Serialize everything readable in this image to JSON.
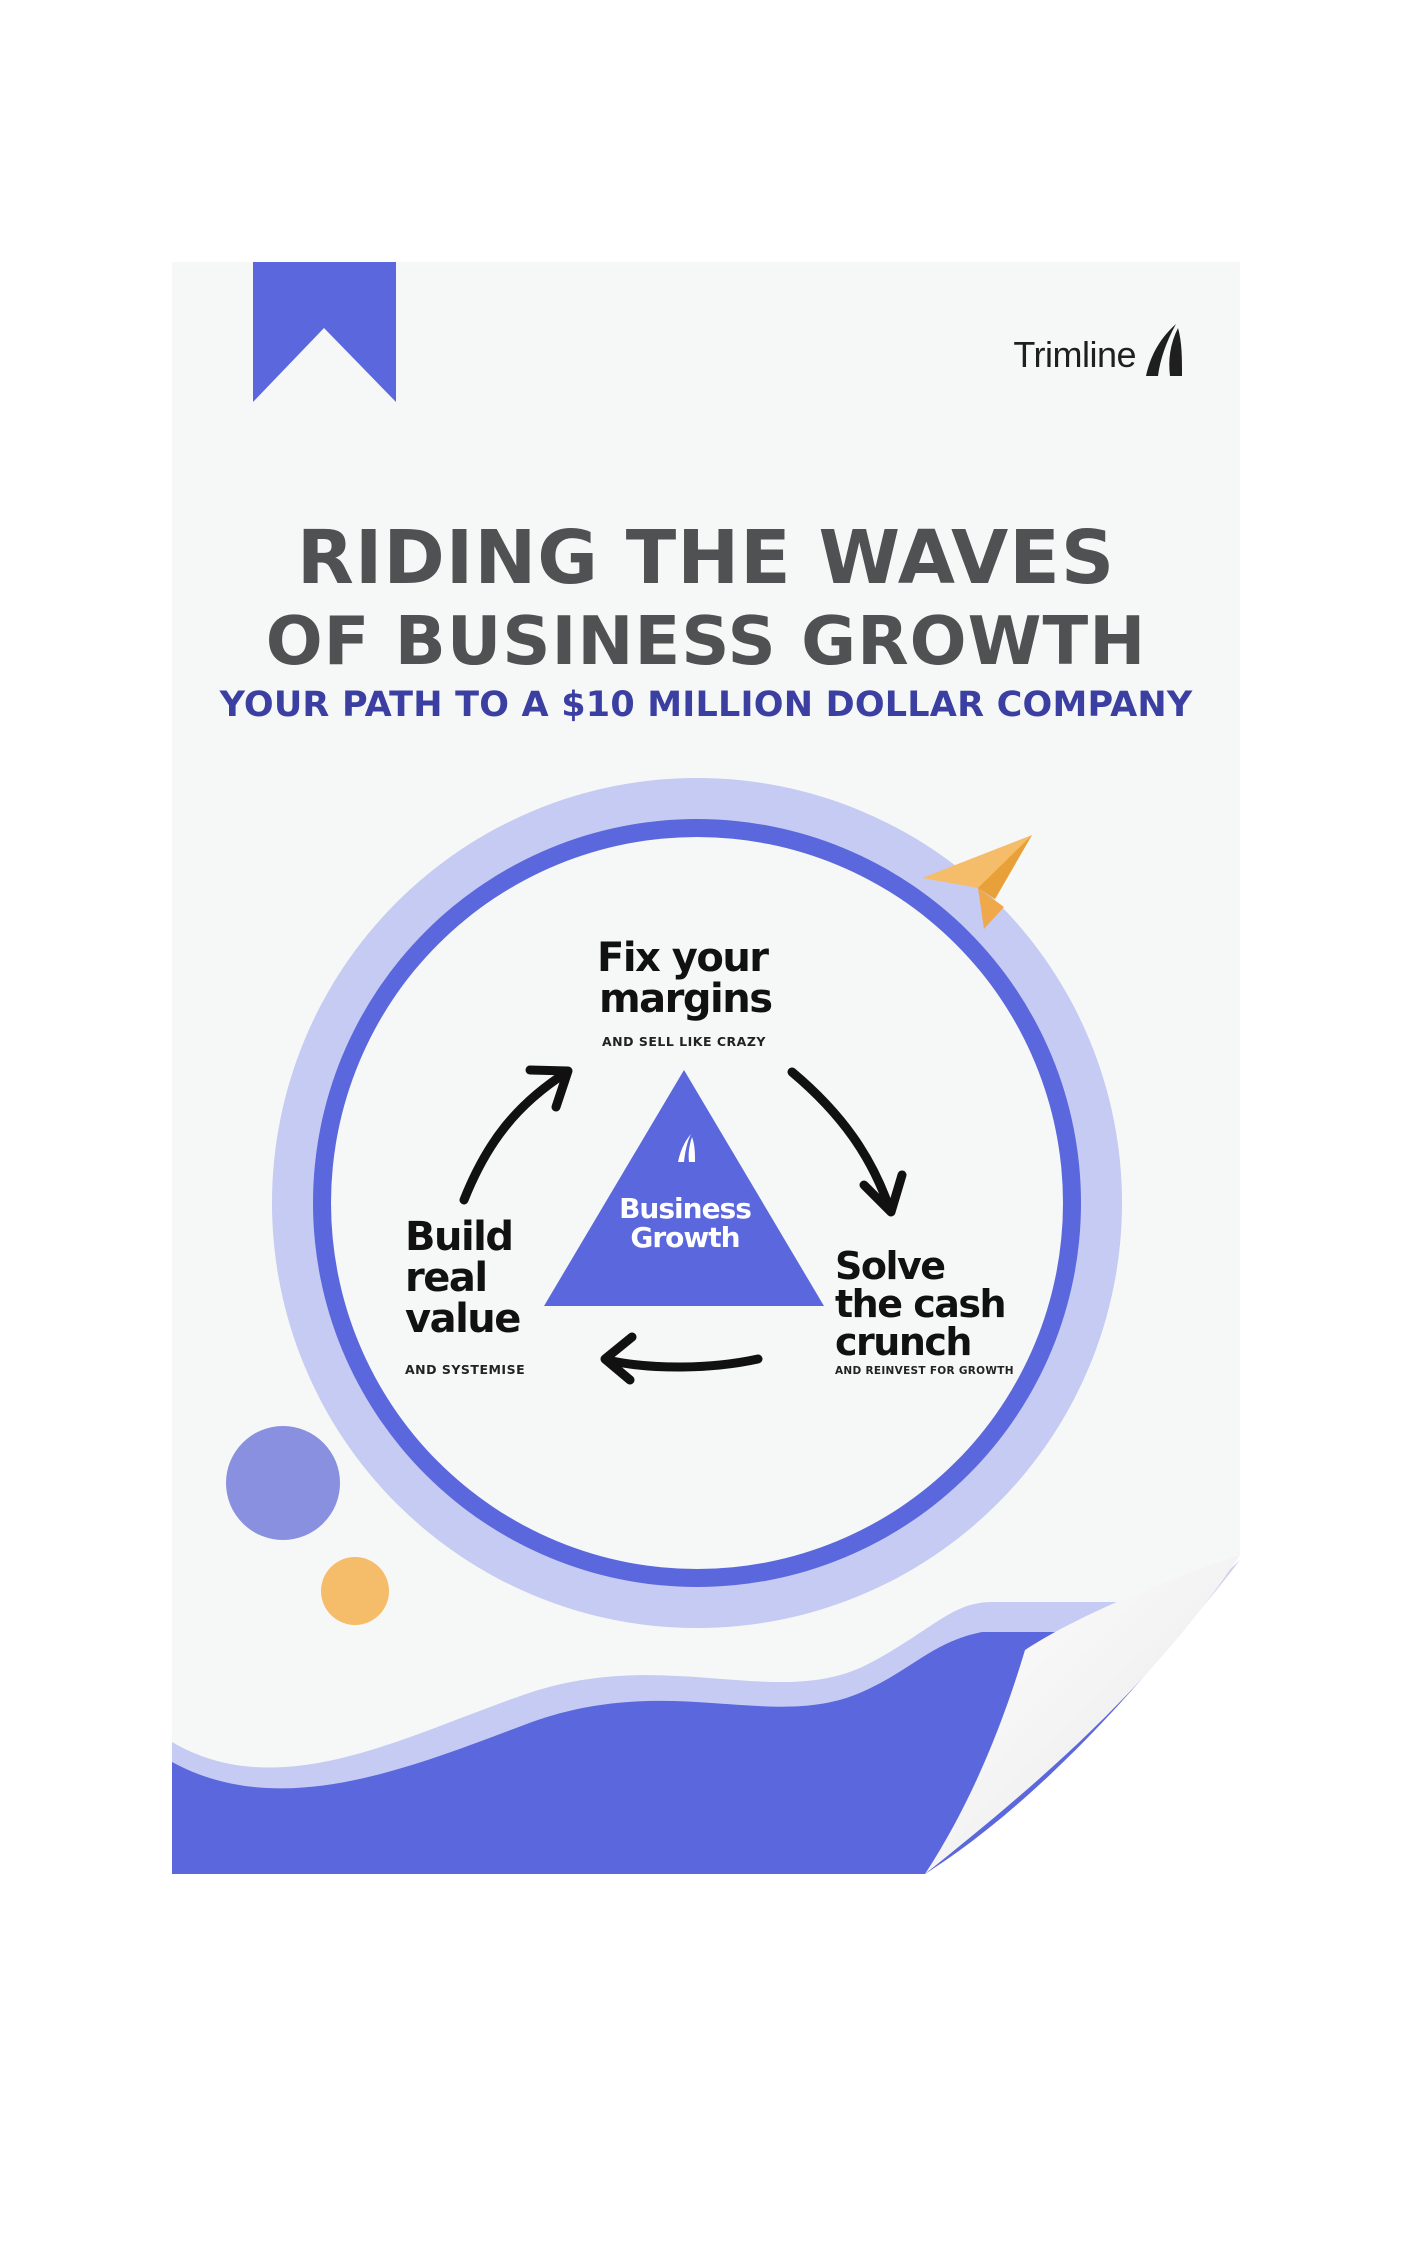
{
  "brand": {
    "name": "Trimline",
    "icon": "sail-logo-icon"
  },
  "cover": {
    "title_line1": "RIDING THE WAVES",
    "title_line2": "OF BUSINESS GROWTH",
    "subtitle": "YOUR PATH TO A $10 MILLION DOLLAR COMPANY"
  },
  "cycle": {
    "center": {
      "line1": "Business",
      "line2": "Growth"
    },
    "steps": [
      {
        "title_line1": "Fix your",
        "title_line2": "margins",
        "caption": "AND SELL LIKE CRAZY"
      },
      {
        "title_line1": "Solve",
        "title_line2": "the cash",
        "title_line3": "crunch",
        "caption": "AND REINVEST FOR GROWTH"
      },
      {
        "title_line1": "Build",
        "title_line2": "real",
        "title_line3": "value",
        "caption": "AND SYSTEMISE"
      }
    ]
  },
  "colors": {
    "accent": "#5b67dc",
    "accent_light": "#c5cbf2",
    "text_dark": "#505152",
    "subtitle": "#3b3fa2",
    "orange": "#f5bd6a",
    "page": "#f6f7f7"
  }
}
